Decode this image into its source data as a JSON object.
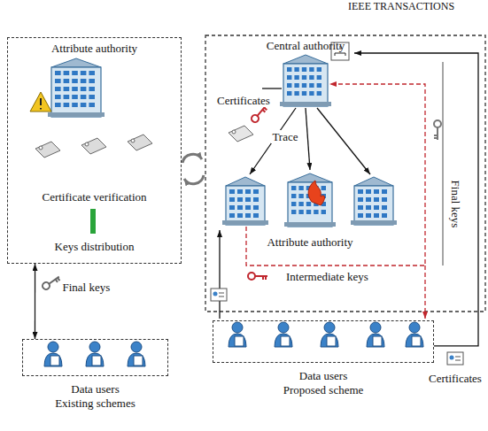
{
  "diagram": {
    "nodes": [
      {
        "text": [
          "Attribute authority",
          "Certificate verification",
          "Keys distribution"
        ]
      },
      {
        "text": [
          "Data users",
          "Existing schemes"
        ]
      },
      {
        "text": [
          "Central authority"
        ]
      },
      {
        "text": [
          "Attribute authority"
        ]
      },
      {
        "text": [
          "Data users",
          "Proposed scheme"
        ]
      }
    ],
    "edges": [
      {
        "from": 0,
        "to": 1,
        "arrow": "both",
        "label": "Final keys"
      },
      {
        "from": 2,
        "to": 3,
        "arrow": "to",
        "label": "Trace"
      },
      {
        "from": 4,
        "to": 2,
        "arrow": "to"
      }
    ],
    "labels": [
      "IEEE TRANSACTIONS",
      "Certificates",
      "Intermediate keys",
      "Final keys",
      "Certificates"
    ]
  }
}
